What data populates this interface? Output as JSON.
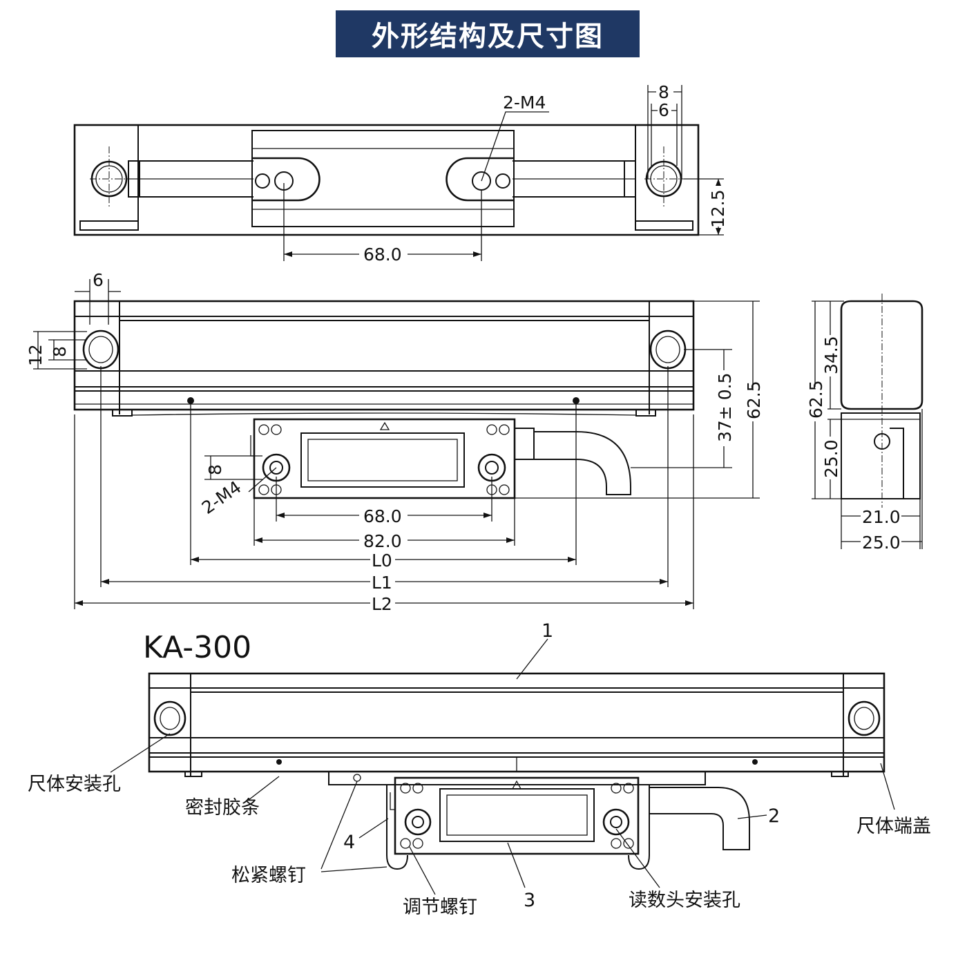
{
  "title": "外形结构及尺寸图",
  "model": "KA-300",
  "top_view": {
    "hole_label": "2-M4",
    "dim_hole_spacing": "68.0",
    "dim_top_8": "8",
    "dim_top_6": "6",
    "dim_right_12_5": "12.5"
  },
  "front_view": {
    "dim_6": "6",
    "dim_12": "12",
    "dim_8_left": "8",
    "dim_8_head": "8",
    "head_hole_label": "2-M4",
    "dim_68": "68.0",
    "dim_82": "82.0",
    "dim_L0": "L0",
    "dim_L1": "L1",
    "dim_L2": "L2",
    "dim_37": "37± 0.5",
    "dim_62_5": "62.5"
  },
  "side_view": {
    "dim_62_5": "62.5",
    "dim_34_5": "34.5",
    "dim_25_0_v": "25.0",
    "dim_21_0": "21.0",
    "dim_25_0_h": "25.0"
  },
  "parts": {
    "num_1": "1",
    "num_2": "2",
    "num_3": "3",
    "num_4": "4",
    "scale_mount_hole": "尺体安装孔",
    "seal_strip": "密封胶条",
    "locking_screw": "松紧螺钉",
    "adjusting_screw": "调节螺钉",
    "reader_mount_hole": "读数头安装孔",
    "end_cap": "尺体端盖"
  },
  "colors": {
    "banner": "#1f3864",
    "ink": "#111111"
  }
}
